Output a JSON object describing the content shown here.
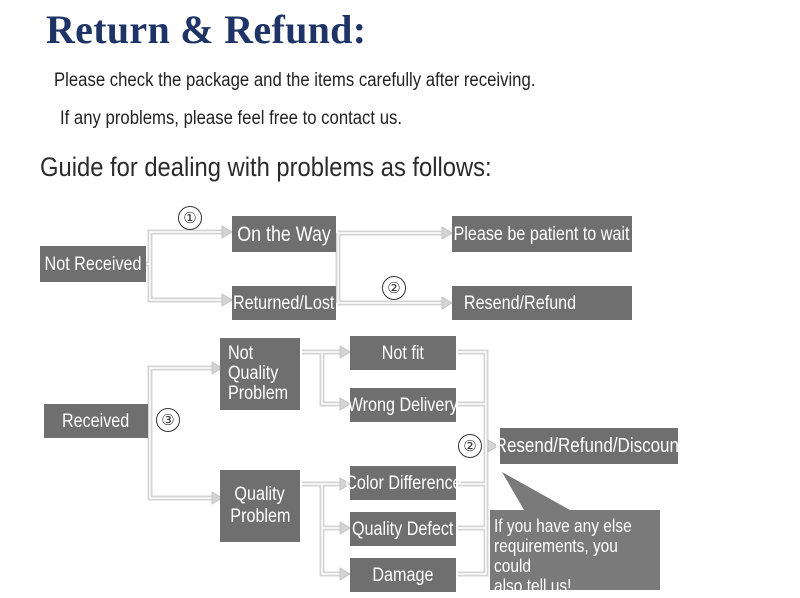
{
  "header": {
    "title": "Return & Refund:",
    "intro_line1": "Please check the package and the items carefully after receiving.",
    "intro_line2": "If any problems, please feel free to contact us.",
    "guide": "Guide for dealing with problems as follows:"
  },
  "flow": {
    "not_received": "Not Received",
    "on_the_way": "On the Way",
    "returned_lost": "Returned/Lost",
    "please_wait": "Please be patient to wait",
    "resend_refund": "Resend/Refund",
    "received": "Received",
    "not_quality_problem": "Not Quality Problem",
    "nqp_line1": "Not",
    "nqp_line2": "Quality",
    "nqp_line3": "Problem",
    "quality_problem_line1": "Quality",
    "quality_problem_line2": "Problem",
    "not_fit": "Not fit",
    "wrong_delivery": "Wrong Delivery",
    "color_difference": "Color Difference",
    "quality_defect": "Quality Defect",
    "damage": "Damage",
    "resend_refund_discount": "Resend/Refund/Discount",
    "callout_line1": "If you have any else",
    "callout_line2": "requirements, you could",
    "callout_line3": "also tell us!"
  },
  "markers": {
    "step1": "①",
    "step2": "②",
    "step3": "③",
    "step2b": "②"
  },
  "colors": {
    "title": "#1f3466",
    "box_gray": "#6f6f6f",
    "arrow": "#cfcfcf"
  }
}
